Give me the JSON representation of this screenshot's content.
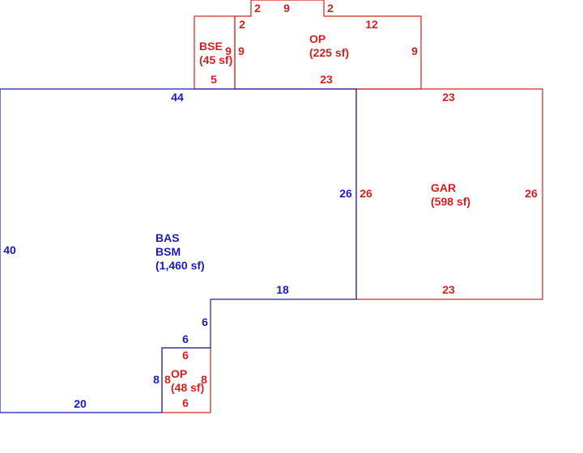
{
  "colors": {
    "living": "#1c1cb4",
    "other": "#d42020"
  },
  "areas": {
    "main": {
      "line1": "BAS",
      "line2": "BSM",
      "sf": "(1,460 sf)"
    },
    "gar": {
      "name": "GAR",
      "sf": "(598 sf)"
    },
    "op_top": {
      "name": "OP",
      "sf": "(225 sf)"
    },
    "bse": {
      "name": "BSE",
      "sf": "(45 sf)"
    },
    "op_bottom": {
      "name": "OP",
      "sf": "(48 sf)"
    }
  },
  "dims": {
    "main_top": "44",
    "main_left": "40",
    "main_right_upper": "26",
    "main_step_horizontal": "18",
    "main_step_vertical": "6",
    "main_notch_top": "6",
    "main_notch_left": "8",
    "main_bottom": "20",
    "gar_top": "23",
    "gar_left": "26",
    "gar_right": "26",
    "gar_bottom": "23",
    "op_bump_left": "2",
    "op_bump_top": "9",
    "op_bump_right": "2",
    "op_left_short": "2",
    "op_top_right": "12",
    "op_right": "9",
    "op_left": "9",
    "op_bottom": "23",
    "bse_right": "9",
    "bse_bottom": "5",
    "opb_top": "6",
    "opb_left": "8",
    "opb_right": "8",
    "opb_bottom": "6"
  }
}
